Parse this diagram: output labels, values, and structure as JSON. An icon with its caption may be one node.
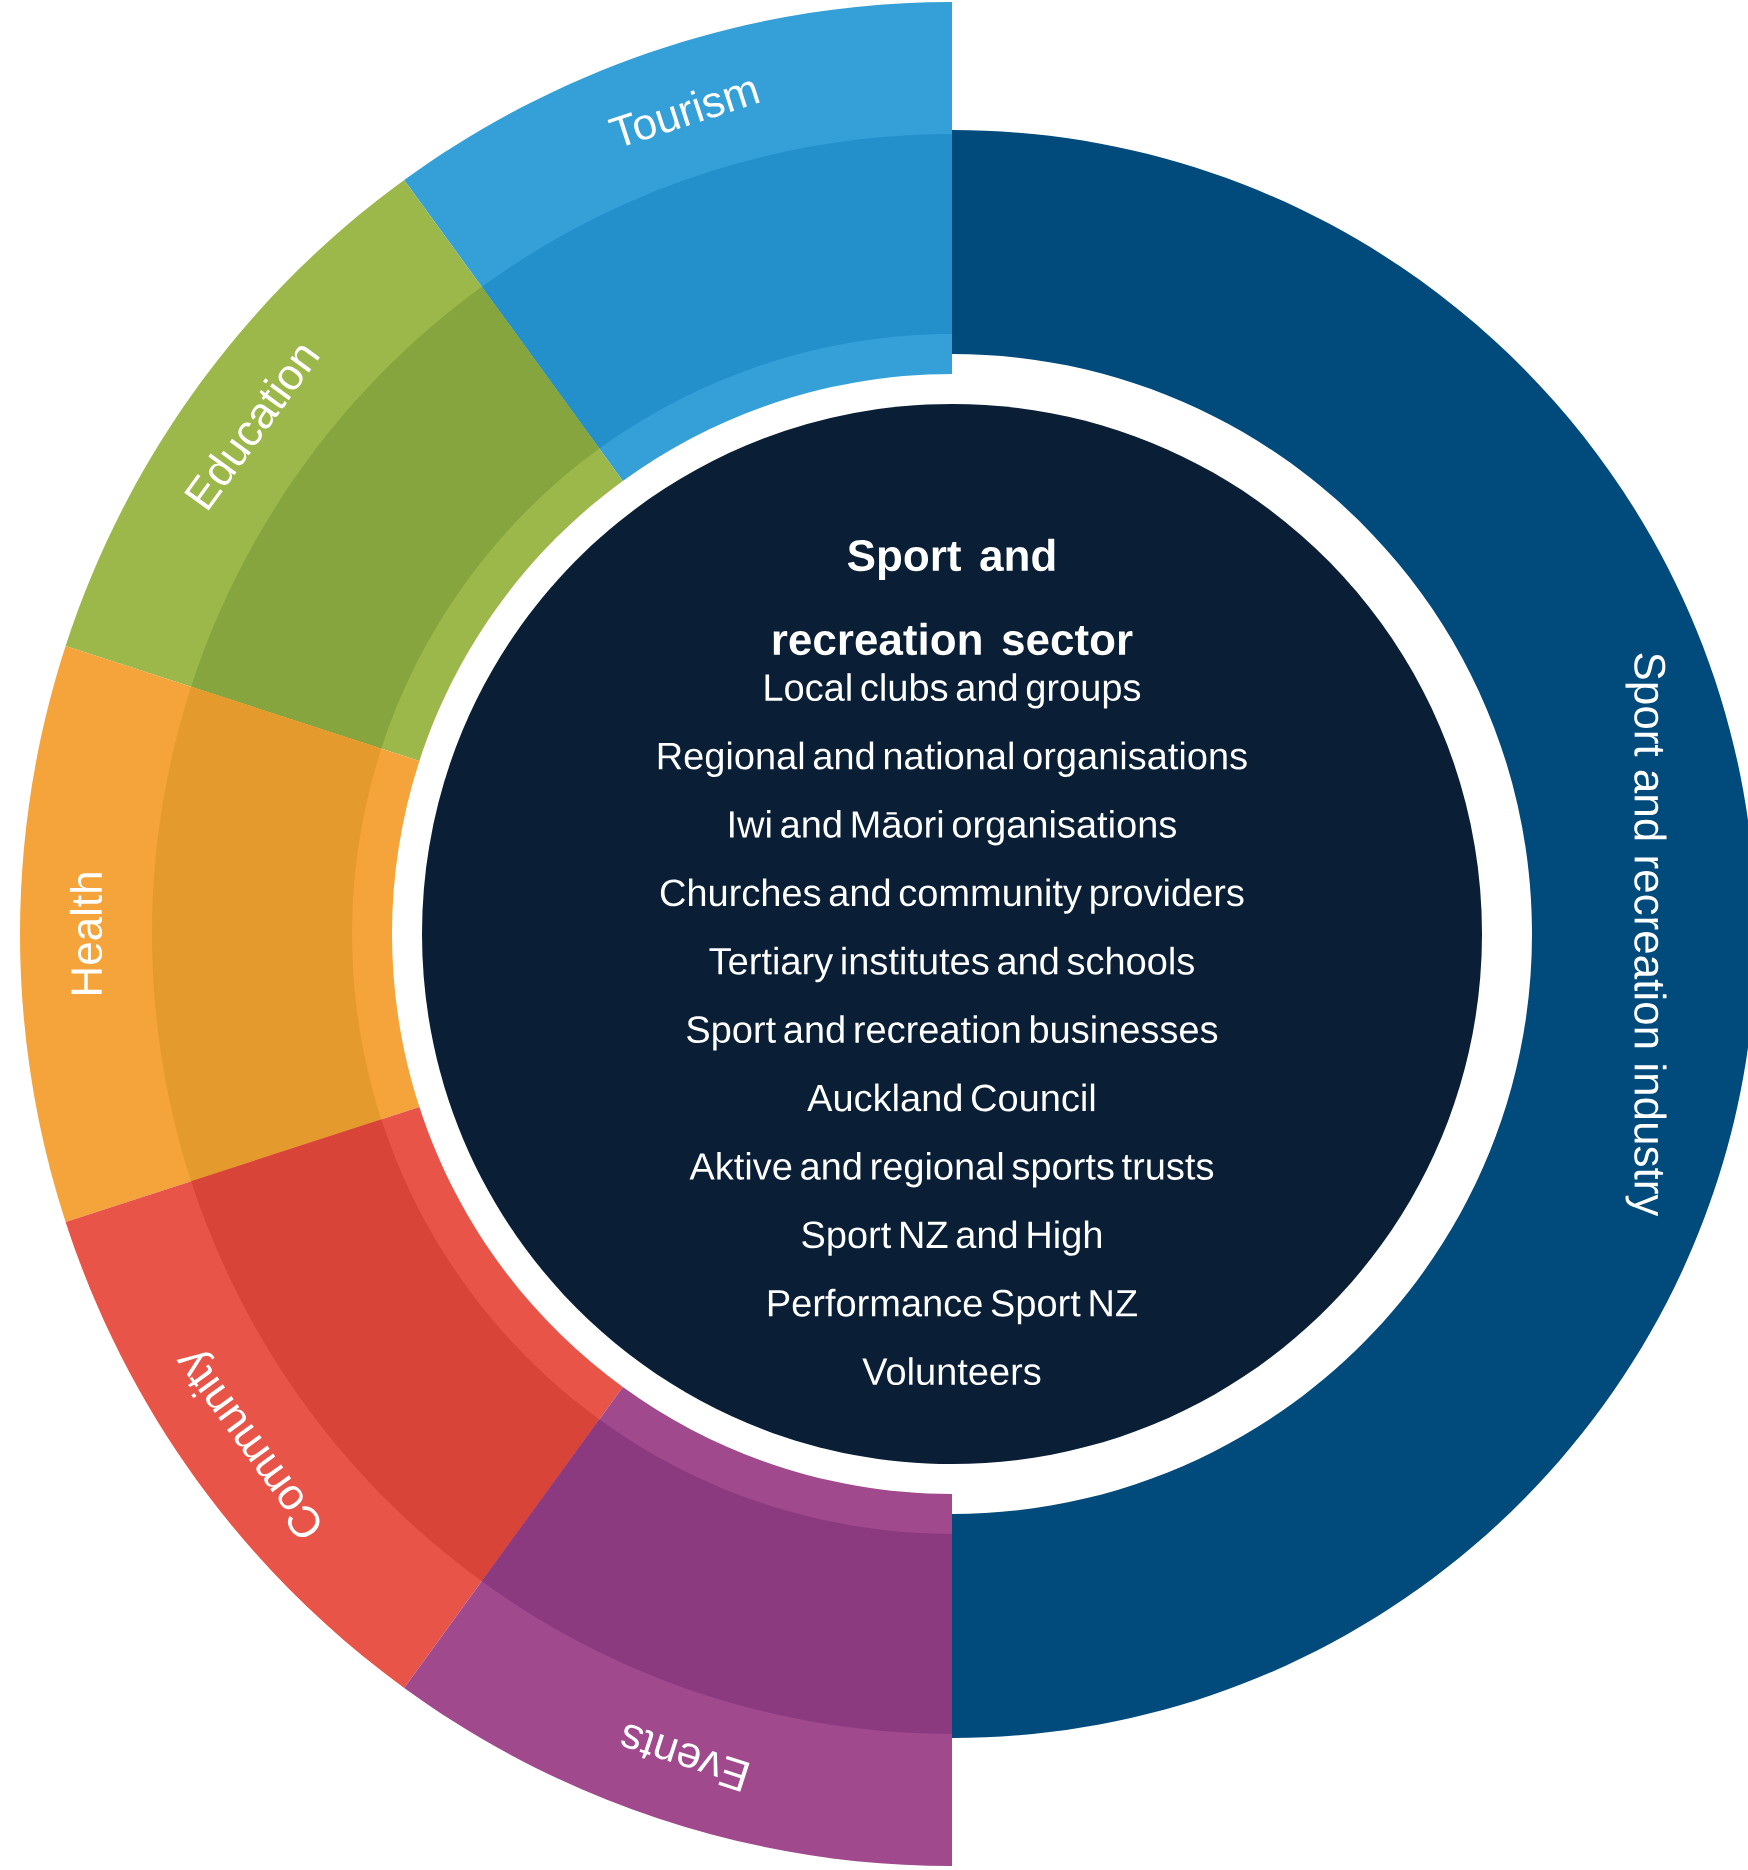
{
  "diagram": {
    "nodes": [
      {
        "text": [
          "Sport and recreation sector",
          "Local clubs and groups",
          "Regional and national organisations",
          "Iwi and Māori organisations",
          "Churches and community providers",
          "Tertiary institutes and schools",
          "Sport and recreation businesses",
          "Auckland Council",
          "Aktive and regional sports trusts",
          "Sport NZ and High Performance Sport NZ",
          "Volunteers"
        ]
      },
      {
        "text": [
          "Sport and recreation industry"
        ]
      },
      {
        "text": [
          "Tourism"
        ]
      },
      {
        "text": [
          "Education"
        ]
      },
      {
        "text": [
          "Health"
        ]
      },
      {
        "text": [
          "Community"
        ]
      },
      {
        "text": [
          "Events"
        ]
      }
    ]
  }
}
